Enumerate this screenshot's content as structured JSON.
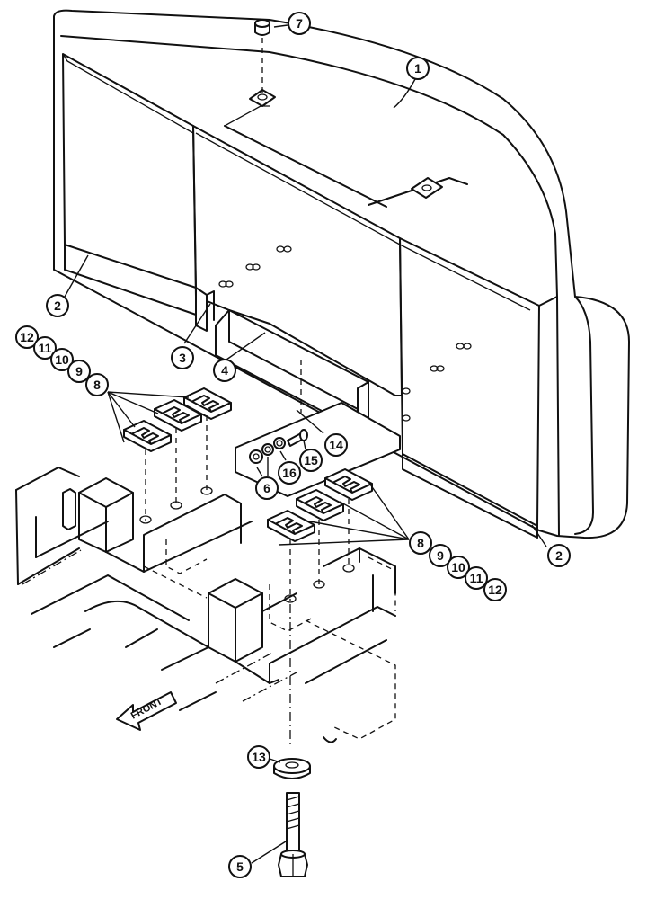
{
  "callouts": {
    "c1": "1",
    "c2_left": "2",
    "c2_right": "2",
    "c3": "3",
    "c4": "4",
    "c5": "5",
    "c6": "6",
    "c7": "7",
    "c8_left": "8",
    "c8_right": "8",
    "c9_left": "9",
    "c9_right": "9",
    "c10_left": "10",
    "c10_right": "10",
    "c11_left": "11",
    "c11_right": "11",
    "c12_left": "12",
    "c12_right": "12",
    "c13": "13",
    "c14": "14",
    "c15": "15",
    "c16": "16"
  },
  "front_label": "FRONT"
}
